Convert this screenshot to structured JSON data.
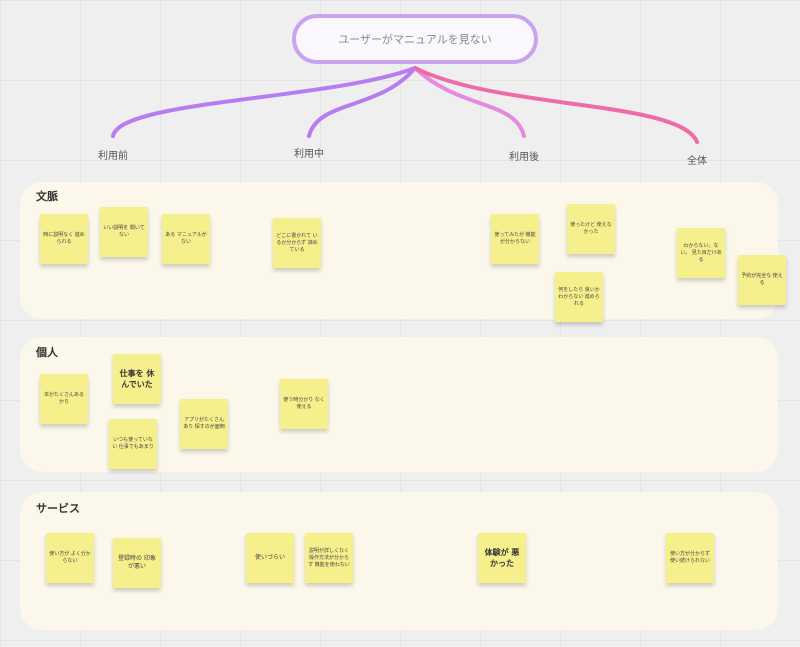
{
  "root": {
    "label": "ユーザーがマニュアルを見ない"
  },
  "branches": [
    "利用前",
    "利用中",
    "利用後",
    "全体"
  ],
  "lanes": [
    {
      "title": "文脈",
      "notes": [
        "時に説明なく 進められる",
        "いい説明を 聞いてない",
        "ある マニュアルがない",
        "どこに書かれて いるか分からず 諦めている",
        "使ってみたが 機能が分からない",
        "使ったけど 使えなかった",
        "何をしたら 良いかわからない 進められる",
        "わからない。ない。 見た目だけある",
        "予約が完全な 使える"
      ]
    },
    {
      "title": "個人",
      "notes": [
        "本がたくさんあるから",
        "仕事を 休んでいた",
        "いつも使っていない 仕事でもあまり",
        "アプリがたくさんあり 探すのが面倒",
        "使う時分かり なく使える"
      ]
    },
    {
      "title": "サービス",
      "notes": [
        "使い方が よく分からない",
        "登録時の 印象が悪い",
        "使いづらい",
        "説明が詳しくなく 操作方法が分からず 機能を使わない",
        "体験が 悪かった",
        "使い方が分からず 使い続けられない"
      ]
    }
  ],
  "colors": {
    "root_border": "#c9a3f0",
    "branch_purple": "#b77df0",
    "branch_pink": "#f06aa8",
    "lane_bg": "#fbf8eb",
    "note_yellow": "#f6f08c"
  }
}
